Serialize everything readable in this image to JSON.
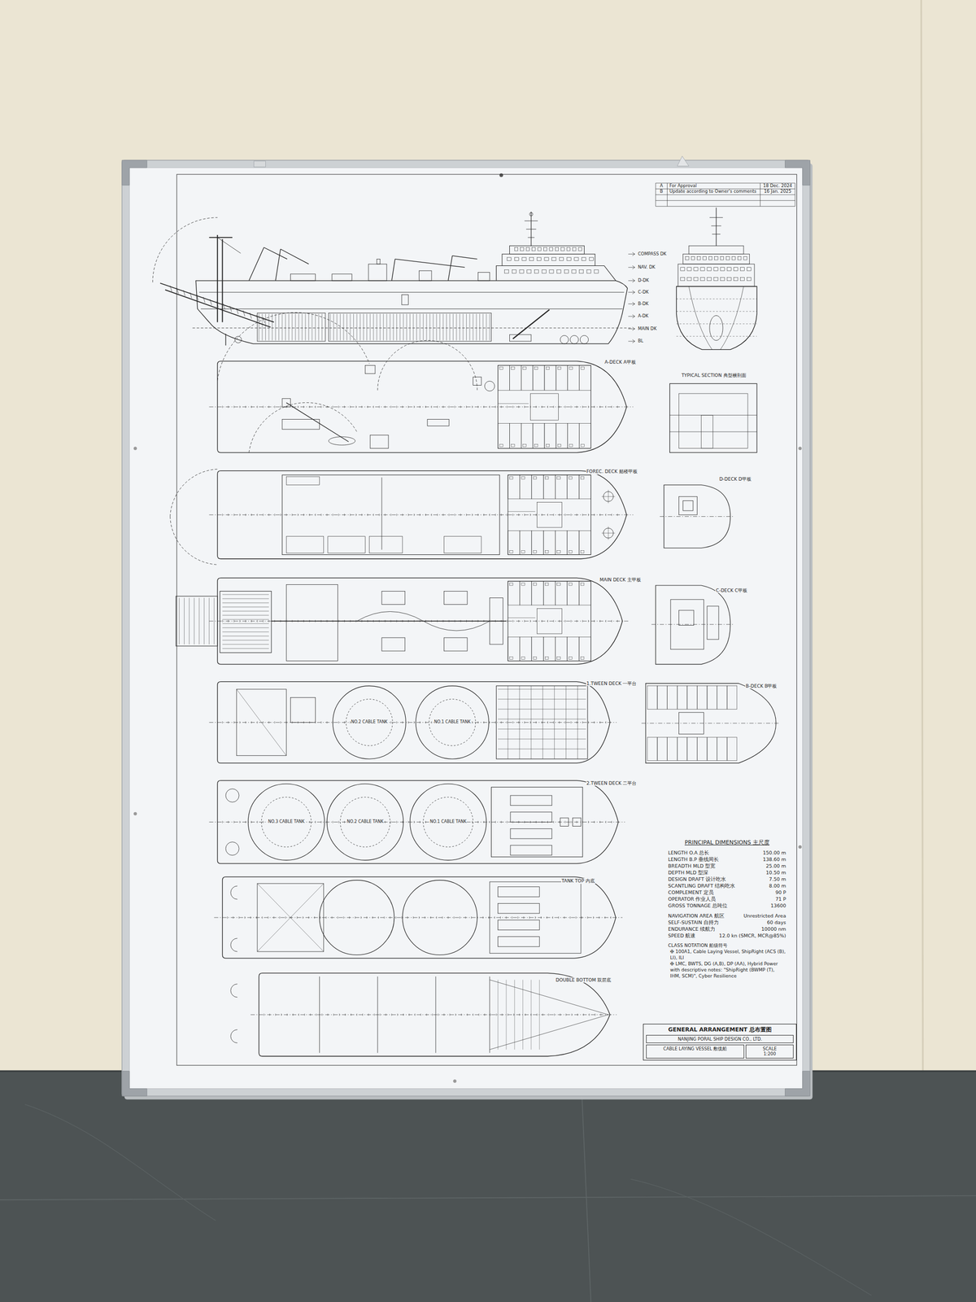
{
  "diagram": {
    "nodes": [
      {
        "text": [
          "GENERAL ARRANGEMENT 总布置图"
        ]
      },
      {
        "text": [
          "NANJING PORAL SHIP DESIGN CO., LTD."
        ],
        "in": 0
      },
      {
        "text": [
          "CABLE LAYING VESSEL 敷缆船"
        ],
        "in": 0
      },
      {
        "text": [
          "SCALE",
          "1:200"
        ],
        "in": 0
      }
    ],
    "labels": [
      "A",
      "For Approval",
      "18 Dec. 2024",
      "B",
      "Update according to Owner's comments",
      "16 Jan. 2025",
      "COMPASS DK",
      "NAV. DK",
      "D-DK",
      "C-DK",
      "B-DK",
      "A-DK",
      "MAIN DK",
      "BL",
      "A-DECK A甲板",
      "FOREC. DECK 艏楼甲板",
      "MAIN DECK 主甲板",
      "1.TWEEN DECK 一平台",
      "2.TWEEN DECK 二平台",
      "TANK TOP 内底",
      "DOUBLE BOTTOM 双层底",
      "TYPICAL SECTION 典型横剖面",
      "D-DECK D甲板",
      "C-DECK C甲板",
      "B-DECK B甲板",
      "NO.2 CABLE TANK",
      "NO.1 CABLE TANK",
      "NO.3 CABLE TANK",
      "NO.2 CABLE TANK",
      "NO.1 CABLE TANK",
      "PRINCIPAL DIMENSIONS 主尺度",
      "LENGTH O.A 总长",
      "150.00 m",
      "LENGTH B.P 垂线间长",
      "138.60 m",
      "BREADTH MLD 型宽",
      "25.00 m",
      "DEPTH MLD 型深",
      "10.50 m",
      "DESIGN DRAFT 设计吃水",
      "7.50 m",
      "SCANTLING DRAFT 结构吃水",
      "8.00 m",
      "COMPLEMENT 定员",
      "90 P",
      "OPERATOR 作业人员",
      "71 P",
      "GROSS TONNAGE 总吨位",
      "13600",
      "NAVIGATION AREA 航区",
      "Unrestricted Area",
      "SELF-SUSTAIN 自持力",
      "60 days",
      "ENDURANCE 续航力",
      "10000 nm",
      "SPEED 航速",
      "12.0 kn (SMCR, MCR@85%)",
      "CLASS NOTATION 船级符号",
      "✠ 100A1, Cable Laying Vessel, ShipRight (ACS (B), LI), ILI",
      "✠ LMC, BWTS, DG (A,B), DP (AA), Hybrid Power",
      "with descriptive notes: \"ShipRight (BWMP (T), IHM, SCM)\", Cyber Resilience"
    ]
  }
}
